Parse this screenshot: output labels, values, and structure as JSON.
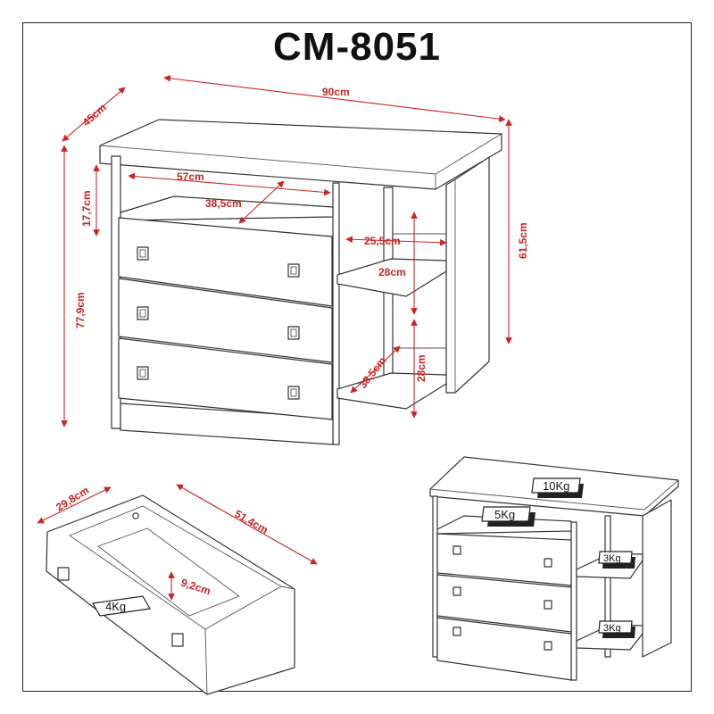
{
  "title": "CM-8051",
  "dimensions": {
    "width_top": "90cm",
    "depth_top": "45cm",
    "left_overall_height": "77,9cm",
    "right_overall_height": "61,5cm",
    "top_gap": "17,7cm",
    "drawer_span": "57cm",
    "drawer_depth": "38,5cm",
    "niche_width": "25,5cm",
    "niche_height_upper": "28cm",
    "niche_height_lower": "28cm",
    "niche_depth": "38,5cm",
    "drawer_width": "29,8cm",
    "drawer_length": "51,4cm",
    "drawer_height": "9,2cm"
  },
  "weights": {
    "drawer": "4Kg",
    "top": "10Kg",
    "top_gap": "5Kg",
    "shelf_upper": "3Kg",
    "shelf_lower": "3Kg"
  },
  "colors": {
    "dimension": "#cc2222",
    "outline": "#333333"
  }
}
